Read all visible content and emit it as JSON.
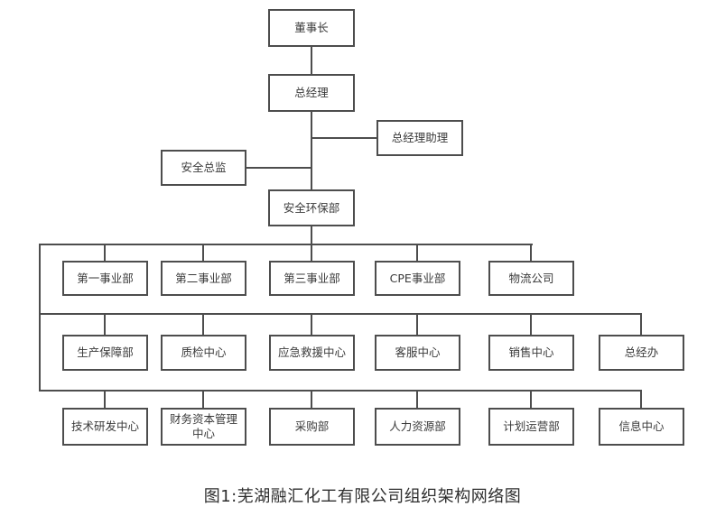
{
  "figure": {
    "caption": "图1:芜湖融汇化工有限公司组织架构网络图"
  },
  "org": {
    "chairman": "董事长",
    "general_manager": "总经理",
    "gm_assistant": "总经理助理",
    "safety_director": "安全总监",
    "safety_env_dept": "安全环保部",
    "level1": [
      "第一事业部",
      "第二事业部",
      "第三事业部",
      "CPE事业部",
      "物流公司"
    ],
    "level2": [
      "生产保障部",
      "质检中心",
      "应急救援中心",
      "客服中心",
      "销售中心",
      "总经办"
    ],
    "level3": [
      "技术研发中心",
      "财务资本管理中心",
      "采购部",
      "人力资源部",
      "计划运营部",
      "信息中心"
    ]
  },
  "colors": {
    "line": "#4d4d4d",
    "text": "#3a3a3a",
    "background": "#ffffff"
  }
}
